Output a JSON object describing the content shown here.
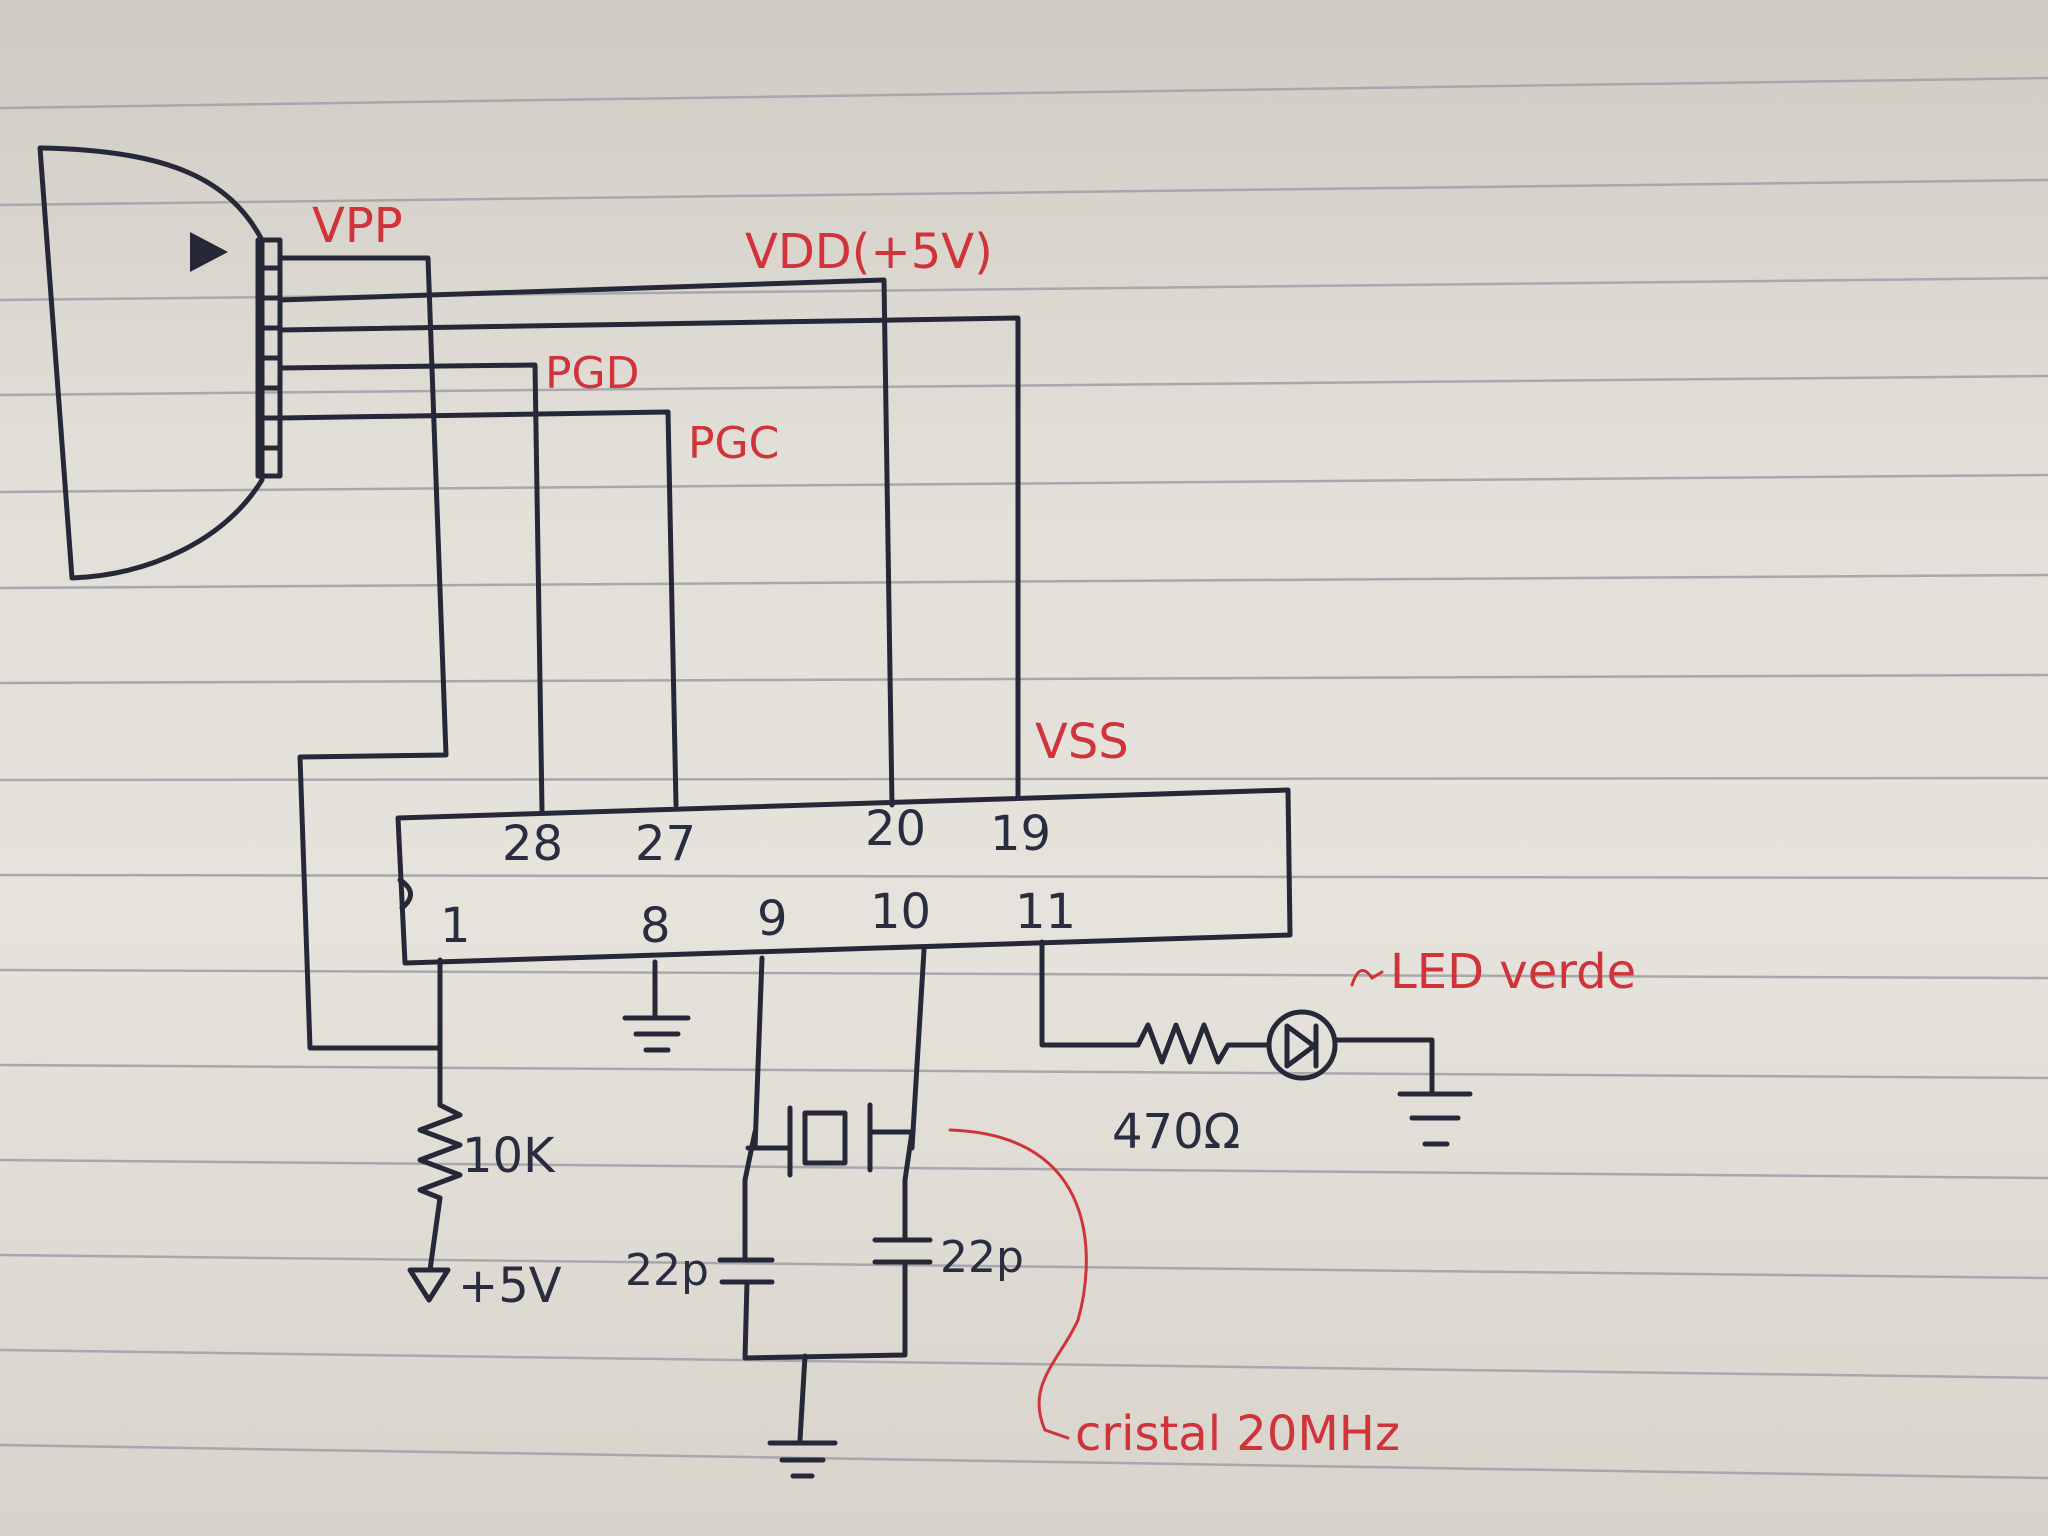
{
  "labels": {
    "vpp": "VPP",
    "vdd": "VDD(+5V)",
    "pgd": "PGD",
    "pgc": "PGC",
    "vss": "VSS",
    "led": "LED verde",
    "resistor_pullup": "10K",
    "supply": "+5V",
    "resistor_led": "470Ω",
    "cap_left": "22p",
    "cap_right": "22p",
    "crystal": "cristal 20MHz"
  },
  "pins": {
    "p28": "28",
    "p27": "27",
    "p20": "20",
    "p19": "19",
    "p1": "1",
    "p8": "8",
    "p9": "9",
    "p10": "10",
    "p11": "11"
  },
  "colors": {
    "ink": "#262838",
    "red_ink": "#d0333a",
    "paper": "#e4e1da",
    "rule_line": "#a8a7ad"
  },
  "icons": {
    "ground": "ground-icon",
    "resistor": "resistor-icon",
    "capacitor": "capacitor-icon",
    "crystal": "crystal-icon",
    "led": "led-diode-icon",
    "supply_arrow": "supply-arrow-icon",
    "connector_arrow": "connector-arrow-icon"
  }
}
